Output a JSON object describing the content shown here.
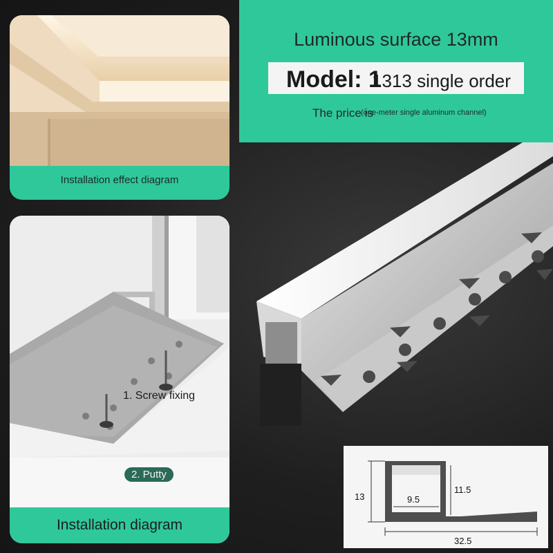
{
  "effect_card": {
    "caption": "Installation effect diagram"
  },
  "install_card": {
    "label_screw": "1. Screw fixing",
    "label_putty": "2. Putty",
    "caption": "Installation diagram"
  },
  "banner": {
    "title": "Luminous surface 13mm",
    "model_prefix": "Model: 1",
    "model_suffix": "1313 single order",
    "price_label": "The price is",
    "price_note": "(one-meter single aluminum channel)"
  },
  "dimensions": {
    "height": "13",
    "inner_width": "9.5",
    "inner_height": "11.5",
    "total_width": "32.5"
  },
  "colors": {
    "accent": "#2fc89b",
    "background": "#1f1f1f",
    "panel": "#f5f5f5"
  }
}
